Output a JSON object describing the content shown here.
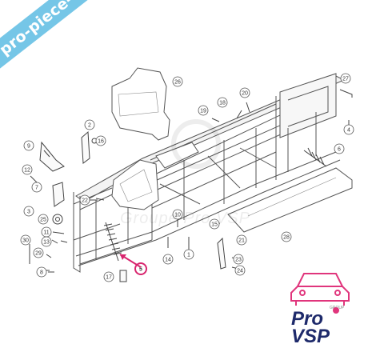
{
  "watermark_ribbon": {
    "text": "pro-piece-vsp.com",
    "color": "#6ec3e6"
  },
  "watermark_center": {
    "text": "Groupe Pro VSP"
  },
  "logo": {
    "top_text": "GROUP",
    "word_1": "Pro",
    "word_2": "VSP",
    "brand_color": "#1e2a6b",
    "accent_color": "#e0357c"
  },
  "callouts": [
    {
      "id": "c1",
      "label": "1"
    },
    {
      "id": "c2",
      "label": "2"
    },
    {
      "id": "c3",
      "label": "3"
    },
    {
      "id": "c4",
      "label": "4"
    },
    {
      "id": "c5",
      "label": "5",
      "highlighted": true
    },
    {
      "id": "c6",
      "label": "6"
    },
    {
      "id": "c7",
      "label": "7"
    },
    {
      "id": "c8",
      "label": "8"
    },
    {
      "id": "c9",
      "label": "9"
    },
    {
      "id": "c10",
      "label": "10"
    },
    {
      "id": "c11",
      "label": "11"
    },
    {
      "id": "c12",
      "label": "12"
    },
    {
      "id": "c13",
      "label": "13"
    },
    {
      "id": "c14",
      "label": "14"
    },
    {
      "id": "c15",
      "label": "15"
    },
    {
      "id": "c16",
      "label": "16"
    },
    {
      "id": "c17",
      "label": "17"
    },
    {
      "id": "c18",
      "label": "18"
    },
    {
      "id": "c19",
      "label": "19"
    },
    {
      "id": "c20",
      "label": "20"
    },
    {
      "id": "c21",
      "label": "21"
    },
    {
      "id": "c22",
      "label": "22"
    },
    {
      "id": "c23",
      "label": "23"
    },
    {
      "id": "c24",
      "label": "24"
    },
    {
      "id": "c25",
      "label": "25"
    },
    {
      "id": "c26",
      "label": "26"
    },
    {
      "id": "c27",
      "label": "27"
    },
    {
      "id": "c28",
      "label": "28"
    },
    {
      "id": "c29",
      "label": "29"
    },
    {
      "id": "c30",
      "label": "30"
    }
  ],
  "highlight_color": "#d8256e"
}
